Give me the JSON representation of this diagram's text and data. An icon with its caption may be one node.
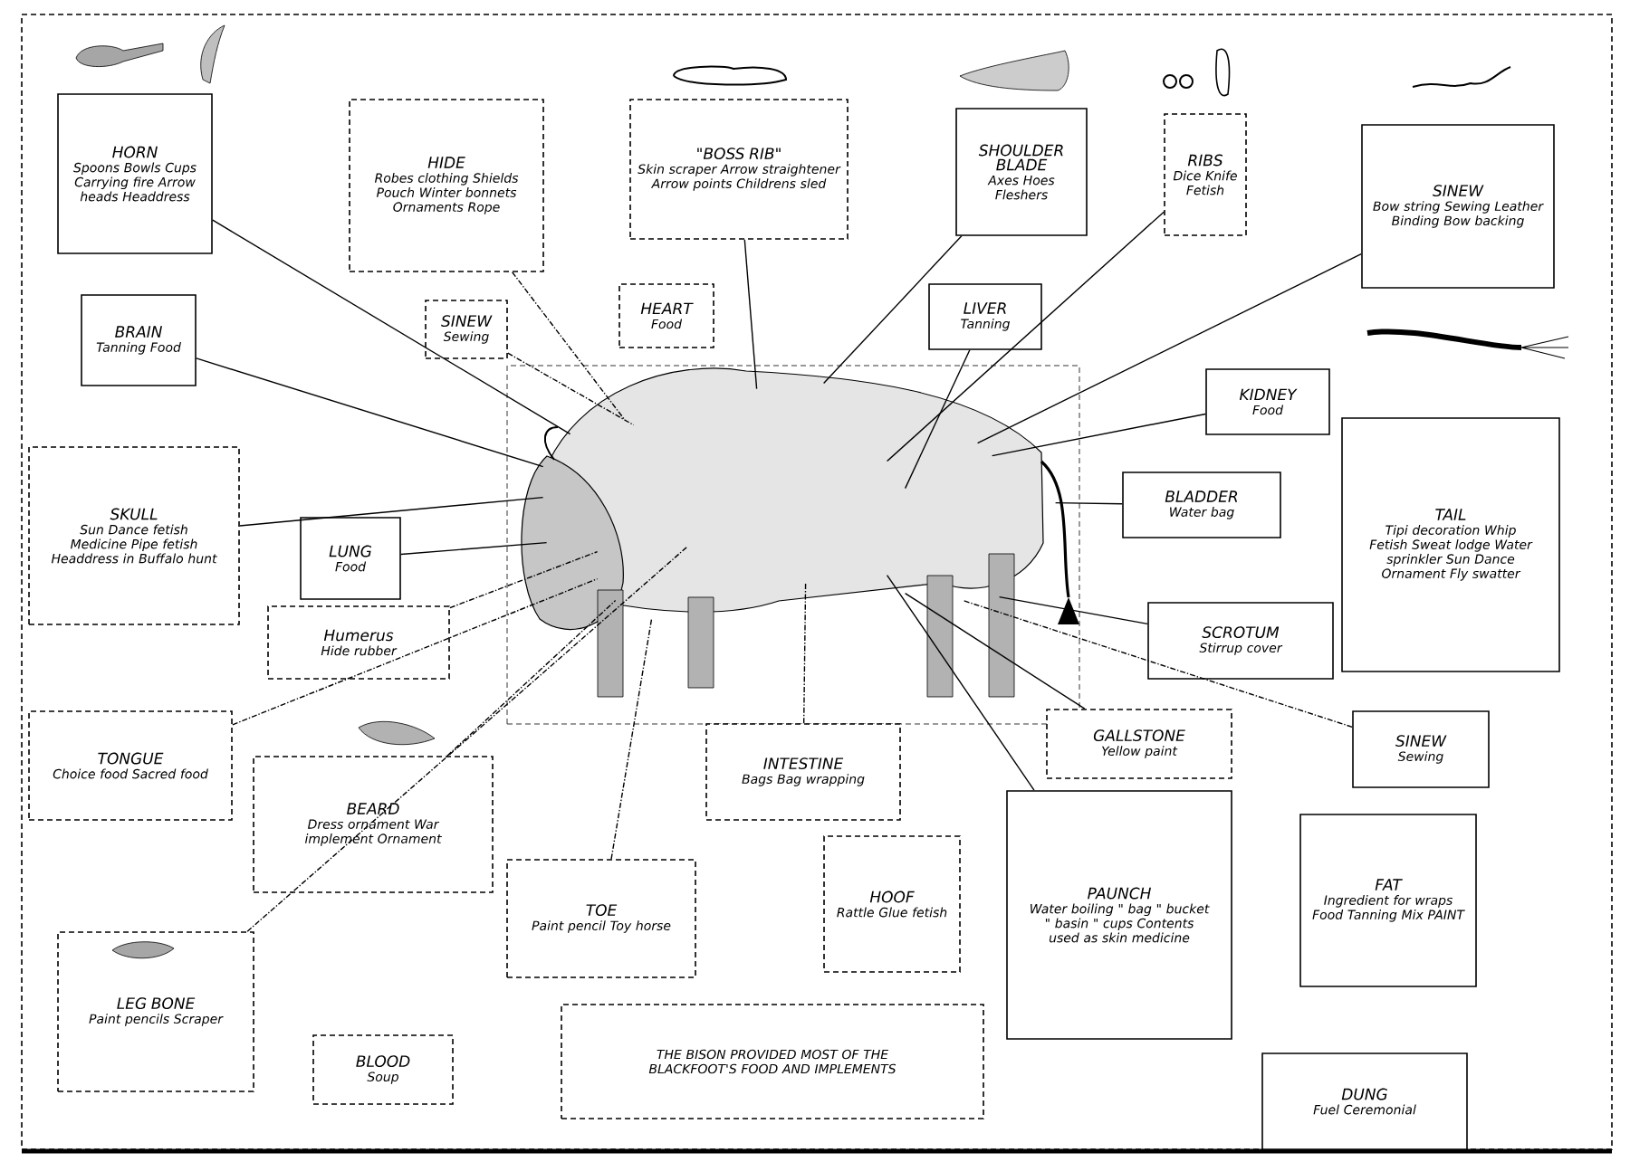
{
  "diagram": {
    "nodes": [
      {
        "text": [
          "HORN",
          "Spoons Bowls Cups Carrying fire Arrow heads Headdress"
        ]
      },
      {
        "text": [
          "HIDE",
          "Robes clothing Shields Pouch Winter bonnets Ornaments Rope"
        ]
      },
      {
        "text": [
          "\"BOSS RIB\"",
          "Skin scraper Arrow straightener Arrow points Childrens sled"
        ]
      },
      {
        "text": [
          "SHOULDER BLADE",
          "Axes Hoes Fleshers"
        ]
      },
      {
        "text": [
          "RIBS",
          "Dice Knife Fetish"
        ]
      },
      {
        "text": [
          "SINEW",
          "Bow string Sewing Leather Binding Bow backing"
        ]
      },
      {
        "text": [
          "BRAIN",
          "Tanning Food"
        ]
      },
      {
        "text": [
          "SINEW",
          "Sewing"
        ]
      },
      {
        "text": [
          "HEART",
          "Food"
        ]
      },
      {
        "text": [
          "LIVER",
          "Tanning"
        ]
      },
      {
        "text": [
          "KIDNEY",
          "Food"
        ]
      },
      {
        "text": [
          "SKULL",
          "Sun Dance fetish Medicine Pipe fetish Headdress in Buffalo hunt"
        ]
      },
      {
        "text": [
          "LUNG",
          "Food"
        ]
      },
      {
        "text": [
          "Humerus",
          "Hide rubber"
        ]
      },
      {
        "text": [
          "BLADDER",
          "Water bag"
        ]
      },
      {
        "text": [
          "TAIL",
          "Tipi decoration Whip Fetish Sweat lodge Water sprinkler Sun Dance Ornament Fly swatter"
        ]
      },
      {
        "text": [
          "SCROTUM",
          "Stirrup cover"
        ]
      },
      {
        "text": [
          "TONGUE",
          "Choice food Sacred food"
        ]
      },
      {
        "text": [
          "BEARD",
          "Dress ornament War implement Ornament"
        ]
      },
      {
        "text": [
          "INTESTINE",
          "Bags Bag wrapping"
        ]
      },
      {
        "text": [
          "GALLSTONE",
          "Yellow paint"
        ]
      },
      {
        "text": [
          "SINEW",
          "Sewing"
        ]
      },
      {
        "text": [
          "PAUNCH",
          "Water boiling \" bag \" bucket \" basin \" cups Contents used as skin medicine"
        ]
      },
      {
        "text": [
          "HOOF",
          "Rattle Glue fetish"
        ]
      },
      {
        "text": [
          "TOE",
          "Paint pencil Toy horse"
        ]
      },
      {
        "text": [
          "FAT",
          "Ingredient for wraps Food Tanning Mix PAINT"
        ]
      },
      {
        "text": [
          "LEG BONE",
          "Paint pencils Scraper"
        ]
      },
      {
        "text": [
          "BLOOD",
          "Soup"
        ]
      },
      {
        "text": [
          "THE BISON PROVIDED MOST OF THE BLACKFOOT'S FOOD AND IMPLEMENTS"
        ]
      },
      {
        "text": [
          "DUNG",
          "Fuel Ceremonial"
        ]
      },
      {
        "text": [],
        "shape": "picture"
      }
    ],
    "edges": [
      {
        "from": 0,
        "to": 30,
        "arrow": "none"
      },
      {
        "from": 1,
        "to": 30,
        "arrow": "none",
        "style": "dashed"
      },
      {
        "from": 2,
        "to": 30,
        "arrow": "none"
      },
      {
        "from": 3,
        "to": 30,
        "arrow": "none"
      },
      {
        "from": 4,
        "to": 30,
        "arrow": "none"
      },
      {
        "from": 5,
        "to": 30,
        "arrow": "none"
      },
      {
        "from": 6,
        "to": 30,
        "arrow": "none"
      },
      {
        "from": 7,
        "to": 30,
        "arrow": "none",
        "style": "dashed"
      },
      {
        "from": 9,
        "to": 30,
        "arrow": "none"
      },
      {
        "from": 10,
        "to": 30,
        "arrow": "none"
      },
      {
        "from": 11,
        "to": 30,
        "arrow": "none"
      },
      {
        "from": 12,
        "to": 30,
        "arrow": "none"
      },
      {
        "from": 13,
        "to": 30,
        "arrow": "none",
        "style": "dashed"
      },
      {
        "from": 14,
        "to": 30,
        "arrow": "none"
      },
      {
        "from": 16,
        "to": 30,
        "arrow": "none"
      },
      {
        "from": 17,
        "to": 30,
        "arrow": "none",
        "style": "dashed"
      },
      {
        "from": 18,
        "to": 30,
        "arrow": "none",
        "style": "dashed"
      },
      {
        "from": 19,
        "to": 30,
        "arrow": "none",
        "style": "dashed"
      },
      {
        "from": 20,
        "to": 30,
        "arrow": "none"
      },
      {
        "from": 21,
        "to": 30,
        "arrow": "none",
        "style": "dashed"
      },
      {
        "from": 22,
        "to": 30,
        "arrow": "none"
      },
      {
        "from": 24,
        "to": 30,
        "arrow": "none",
        "style": "dashed"
      },
      {
        "from": 26,
        "to": 30,
        "arrow": "none",
        "style": "dashed"
      }
    ]
  }
}
